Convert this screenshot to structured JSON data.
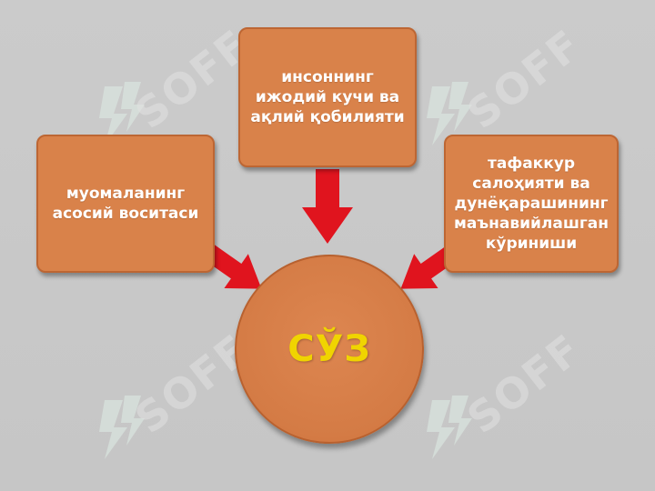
{
  "boxes": {
    "left": [
      "муомаланинг",
      "асосий воситаси"
    ],
    "top": [
      "инсоннинг",
      "ижодий кучи ва",
      "ақлий қобилияти"
    ],
    "right": [
      "тафаккур",
      "салоҳияти ва",
      "дунёқарашининг",
      "маънавийлашган",
      "кўриниши"
    ]
  },
  "center": {
    "word": "СЎЗ"
  },
  "colors": {
    "background": "#c9c9c9",
    "box_fill": "#d9824a",
    "arrow": "#e0141e",
    "center_text": "#f0d400",
    "box_text": "#ffffff"
  },
  "watermark": {
    "text": "SOFF"
  }
}
